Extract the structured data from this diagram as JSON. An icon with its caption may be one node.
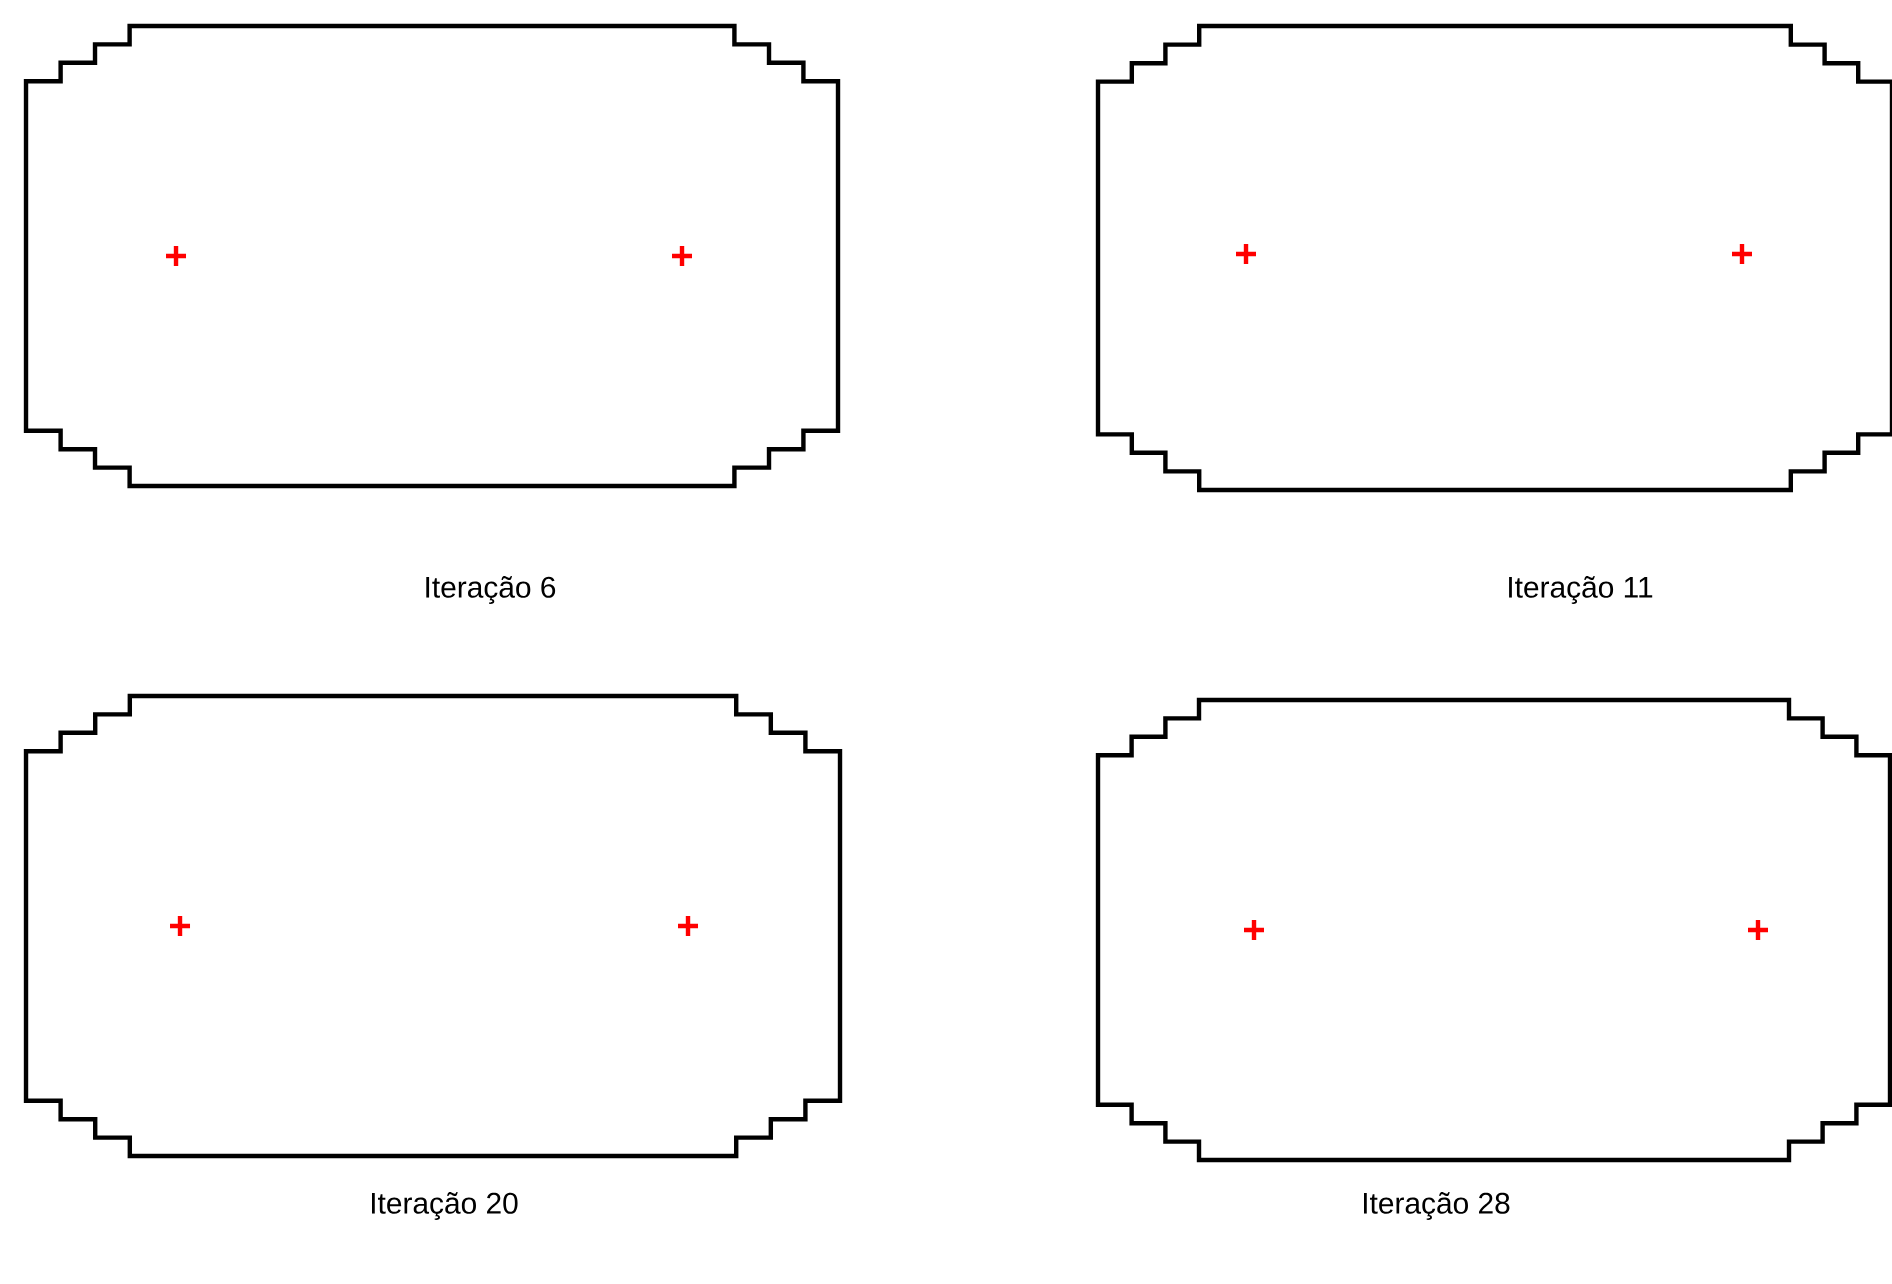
{
  "diagram": {
    "labels": [
      "Iteração 6",
      "Iteração 11",
      "Iteração 20",
      "Iteração 28"
    ]
  }
}
